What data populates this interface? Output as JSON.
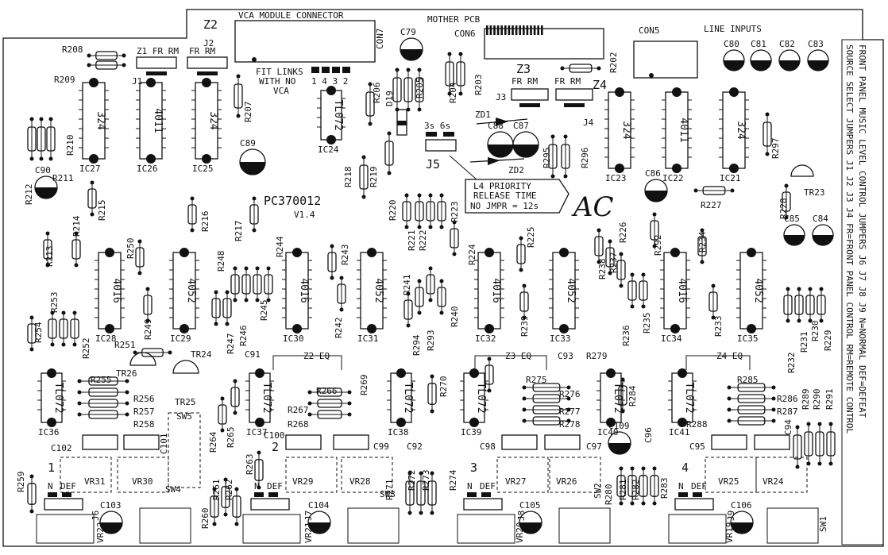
{
  "board": {
    "part_number": "PC370012",
    "version": "V1.4",
    "signature": "AC",
    "connectors": {
      "vca": "VCA MODULE CONNECTOR",
      "mother": "MOTHER PCB",
      "con5": "CON5",
      "con6": "CON6",
      "con7": "CON7",
      "line_inputs": "LINE INPUTS"
    },
    "notes": {
      "fit_links": [
        "FIT LINKS",
        "WITH NO",
        "VCA"
      ],
      "link_numbers": "1 4 3 2",
      "priority": [
        "L4 PRIORITY",
        "RELEASE TIME",
        "NO JMPR =  12s"
      ],
      "j5_options": "3s 6s",
      "side_lines": [
        "SOURCE SELECT JUMPERS J1 J2 J3 J4  FR=FRONT PANEL CONTROL RM=REMOTE CONTROL",
        "FRONT PANEL MUSIC LEVEL CONTROL JUMPERS J6 J7 J8 J9  N=NORMAL DEF=DEFEAT"
      ]
    },
    "zones": {
      "z2": "Z2",
      "z3": "Z3",
      "z4": "Z4",
      "z2_eq": "Z2 EQ",
      "z3_eq": "Z3 EQ",
      "z4_eq": "Z4 EQ",
      "fr_rm": "FR RM",
      "z1_fr_rm": "Z1 FR RM",
      "n": "N",
      "def": "DEF",
      "ch1": "1",
      "ch2": "2",
      "ch3": "3",
      "ch4": "4"
    },
    "ics": [
      {
        "ref": "IC27",
        "part": "324"
      },
      {
        "ref": "IC26",
        "part": "4011"
      },
      {
        "ref": "IC25",
        "part": "324"
      },
      {
        "ref": "IC24",
        "part": "TL072"
      },
      {
        "ref": "IC23",
        "part": "324"
      },
      {
        "ref": "IC22",
        "part": "4011"
      },
      {
        "ref": "IC21",
        "part": "324"
      },
      {
        "ref": "IC28",
        "part": "4016"
      },
      {
        "ref": "IC29",
        "part": "4052"
      },
      {
        "ref": "IC30",
        "part": "4016"
      },
      {
        "ref": "IC31",
        "part": "4052"
      },
      {
        "ref": "IC32",
        "part": "4016"
      },
      {
        "ref": "IC33",
        "part": "4052"
      },
      {
        "ref": "IC34",
        "part": "4016"
      },
      {
        "ref": "IC35",
        "part": "4052"
      },
      {
        "ref": "IC36",
        "part": "TL072"
      },
      {
        "ref": "IC37",
        "part": "TL072"
      },
      {
        "ref": "IC38",
        "part": "TL072"
      },
      {
        "ref": "IC39",
        "part": "TL072"
      },
      {
        "ref": "IC40",
        "part": "TL072"
      },
      {
        "ref": "IC41",
        "part": "TL072"
      }
    ],
    "caps": [
      {
        "ref": "C79"
      },
      {
        "ref": "C80"
      },
      {
        "ref": "C81"
      },
      {
        "ref": "C82"
      },
      {
        "ref": "C83"
      },
      {
        "ref": "C89"
      },
      {
        "ref": "C90"
      },
      {
        "ref": "C86"
      },
      {
        "ref": "C85"
      },
      {
        "ref": "C84"
      },
      {
        "ref": "C87"
      },
      {
        "ref": "C88"
      },
      {
        "ref": "C103"
      },
      {
        "ref": "C104"
      },
      {
        "ref": "C105"
      },
      {
        "ref": "C106"
      },
      {
        "ref": "C109"
      }
    ],
    "labels": {
      "top": [
        "R208",
        "R209",
        "J1",
        "J2",
        "R207",
        "R206",
        "D19",
        "R205",
        "R204",
        "R203",
        "R202",
        "J3",
        "J4",
        "ZD1",
        "ZD2",
        "R295",
        "R296",
        "R297",
        "R218",
        "R219",
        "J5"
      ],
      "mid": [
        "R210",
        "R211",
        "R212",
        "R215",
        "R214",
        "R213",
        "R216",
        "R217",
        "R244",
        "R250",
        "R248",
        "R243",
        "R220",
        "R221",
        "R222",
        "R223",
        "R224",
        "R225",
        "R226",
        "R292",
        "R234",
        "R227",
        "R228",
        "TR23",
        "R253",
        "R254",
        "R252",
        "R249",
        "R247",
        "R246",
        "R245",
        "R242",
        "R241",
        "R294",
        "R293",
        "R240",
        "R239",
        "R238",
        "R237",
        "R236",
        "R235",
        "R233",
        "R232",
        "R231",
        "R230",
        "R229"
      ],
      "low": [
        "R251",
        "TR26",
        "TR24",
        "TR25",
        "R255",
        "R256",
        "R257",
        "R258",
        "SW5",
        "C91",
        "R264",
        "R265",
        "C101",
        "R269",
        "R266",
        "R267",
        "R268",
        "C102",
        "C100",
        "C99",
        "C92",
        "R270",
        "C93",
        "R279",
        "R275",
        "R276",
        "R277",
        "R278",
        "C98",
        "C97",
        "C96",
        "R284",
        "R285",
        "R286",
        "R287",
        "R288",
        "C95",
        "C94",
        "R289",
        "R290",
        "R291"
      ],
      "bottom": [
        "R259",
        "VR31",
        "VR30",
        "SW4",
        "R260",
        "R261",
        "R262",
        "R263",
        "VR29",
        "VR28",
        "R271",
        "SW3",
        "R272",
        "R273",
        "R274",
        "VR27",
        "VR26",
        "SW2",
        "R280",
        "R281",
        "R282",
        "R283",
        "VR25",
        "VR24",
        "SW1",
        "J6",
        "J7",
        "J8",
        "J9",
        "VR22",
        "VR21",
        "VR20",
        "VR19"
      ]
    }
  }
}
